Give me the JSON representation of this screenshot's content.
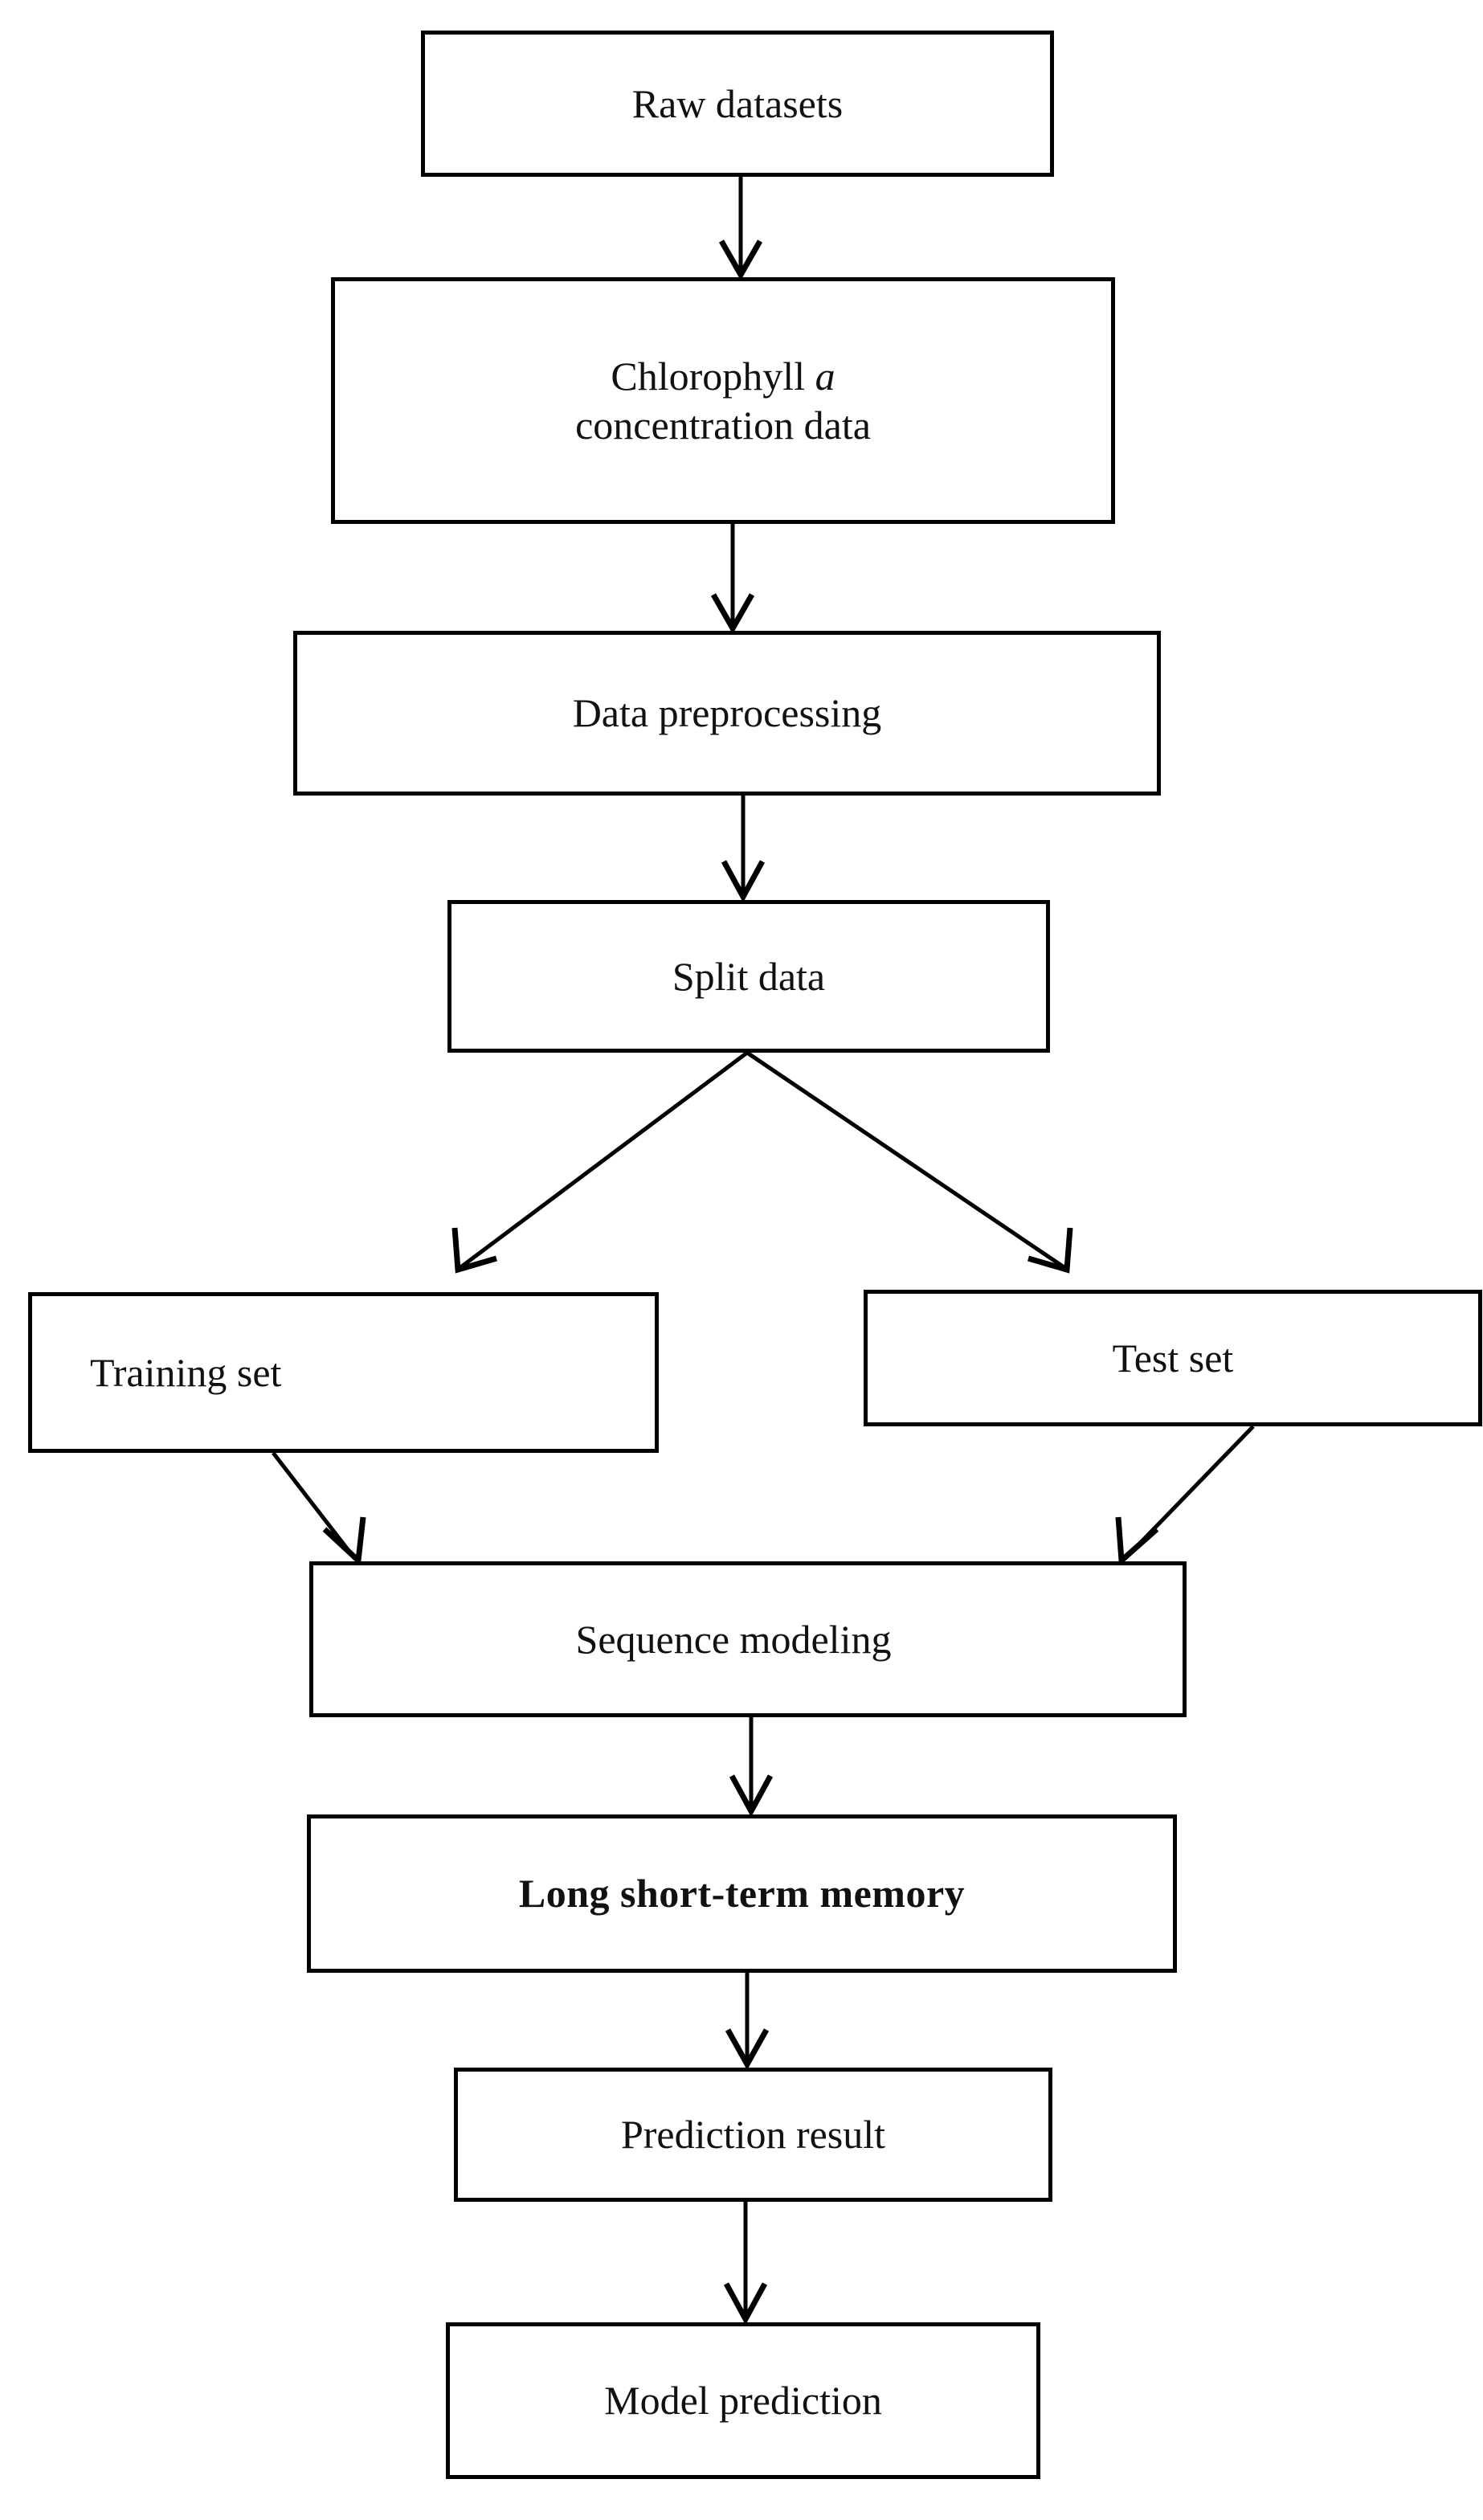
{
  "diagram": {
    "type": "flowchart",
    "orientation": "top-to-bottom",
    "background_color": "#ffffff",
    "line_color": "#000000",
    "text_color": "#111111",
    "nodes": [
      {
        "id": "raw-datasets",
        "label": "Raw datasets",
        "bold": false
      },
      {
        "id": "chlorophyll-data",
        "label_line1": "Chlorophyll ",
        "label_line1_italic": "a",
        "label_line2": "concentration data",
        "bold": false
      },
      {
        "id": "data-preprocessing",
        "label": "Data preprocessing",
        "bold": false
      },
      {
        "id": "split-data",
        "label": "Split data",
        "bold": false
      },
      {
        "id": "training-set",
        "label": "Training set",
        "bold": false
      },
      {
        "id": "test-set",
        "label": "Test set",
        "bold": false
      },
      {
        "id": "sequence-modeling",
        "label": "Sequence modeling",
        "bold": false
      },
      {
        "id": "lstm",
        "label": "Long short-term memory",
        "bold": true
      },
      {
        "id": "prediction-result",
        "label": "Prediction result",
        "bold": false
      },
      {
        "id": "model-prediction",
        "label": "Model prediction",
        "bold": false
      }
    ],
    "edges": [
      {
        "from": "raw-datasets",
        "to": "chlorophyll-data"
      },
      {
        "from": "chlorophyll-data",
        "to": "data-preprocessing"
      },
      {
        "from": "data-preprocessing",
        "to": "split-data"
      },
      {
        "from": "split-data",
        "to": "training-set"
      },
      {
        "from": "split-data",
        "to": "test-set"
      },
      {
        "from": "training-set",
        "to": "sequence-modeling"
      },
      {
        "from": "test-set",
        "to": "sequence-modeling"
      },
      {
        "from": "sequence-modeling",
        "to": "lstm"
      },
      {
        "from": "lstm",
        "to": "prediction-result"
      },
      {
        "from": "prediction-result",
        "to": "model-prediction"
      }
    ]
  }
}
